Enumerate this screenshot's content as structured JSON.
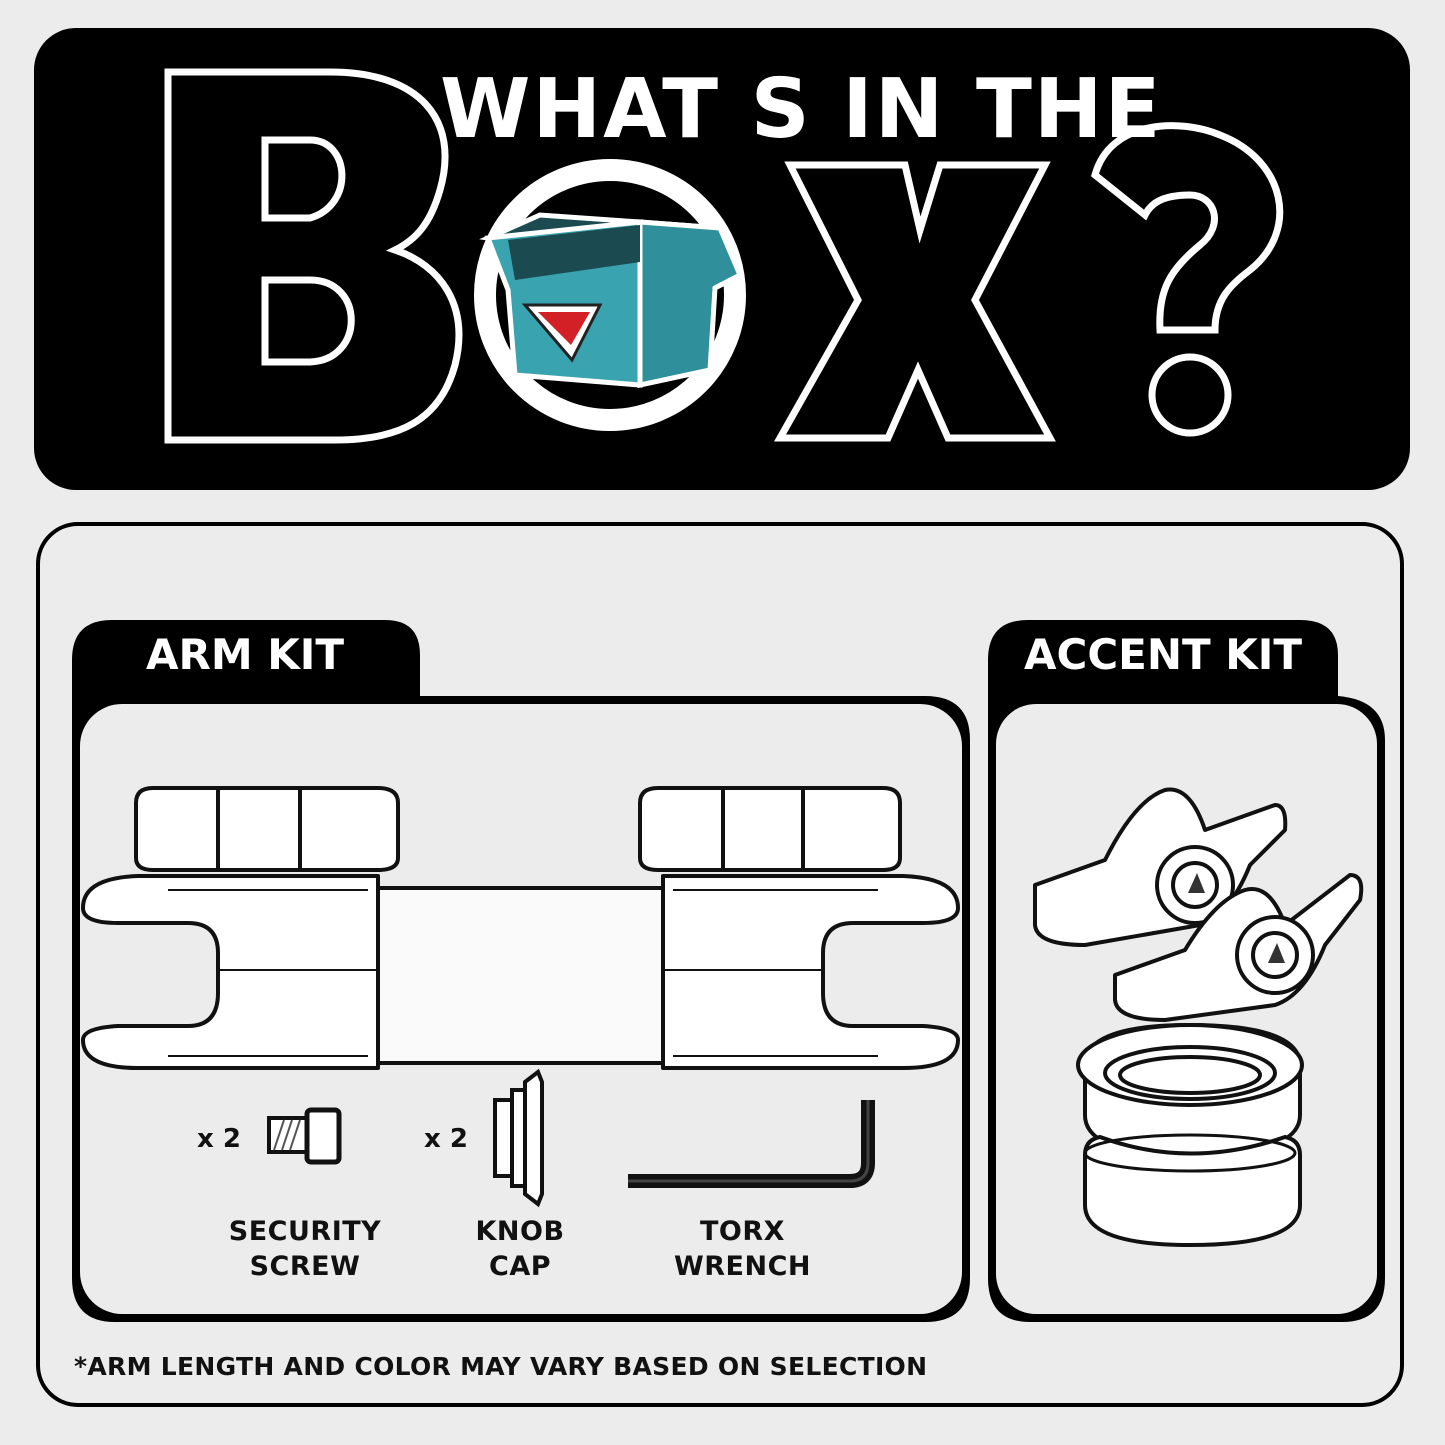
{
  "header": {
    "title_line": "WHAT S IN THE",
    "big_word_letters": [
      "B",
      "X",
      "?"
    ],
    "colors": {
      "background": "#000000",
      "text": "#ffffff",
      "box_teal": "#3aa3b0",
      "box_dark": "#1b4a50",
      "logo_red": "#d32027"
    },
    "icons": [
      "box-icon",
      "logo-icon"
    ]
  },
  "arm_kit": {
    "title": "ARM KIT",
    "items": [
      {
        "qty": "x 2",
        "label_line1": "SECURITY",
        "label_line2": "SCREW",
        "icon": "screw-icon"
      },
      {
        "qty": "x 2",
        "label_line1": "KNOB",
        "label_line2": "CAP",
        "icon": "knob-cap-icon"
      },
      {
        "qty": "",
        "label_line1": "TORX",
        "label_line2": "WRENCH",
        "icon": "torx-wrench-icon"
      }
    ],
    "main_icon": "double-socket-arm-icon"
  },
  "accent_kit": {
    "title": "ACCENT KIT",
    "icons": [
      "wing-knob-icon",
      "wing-knob-icon",
      "ring-icon",
      "ring-icon"
    ]
  },
  "footnote": "*ARM LENGTH AND COLOR MAY VARY BASED ON SELECTION"
}
